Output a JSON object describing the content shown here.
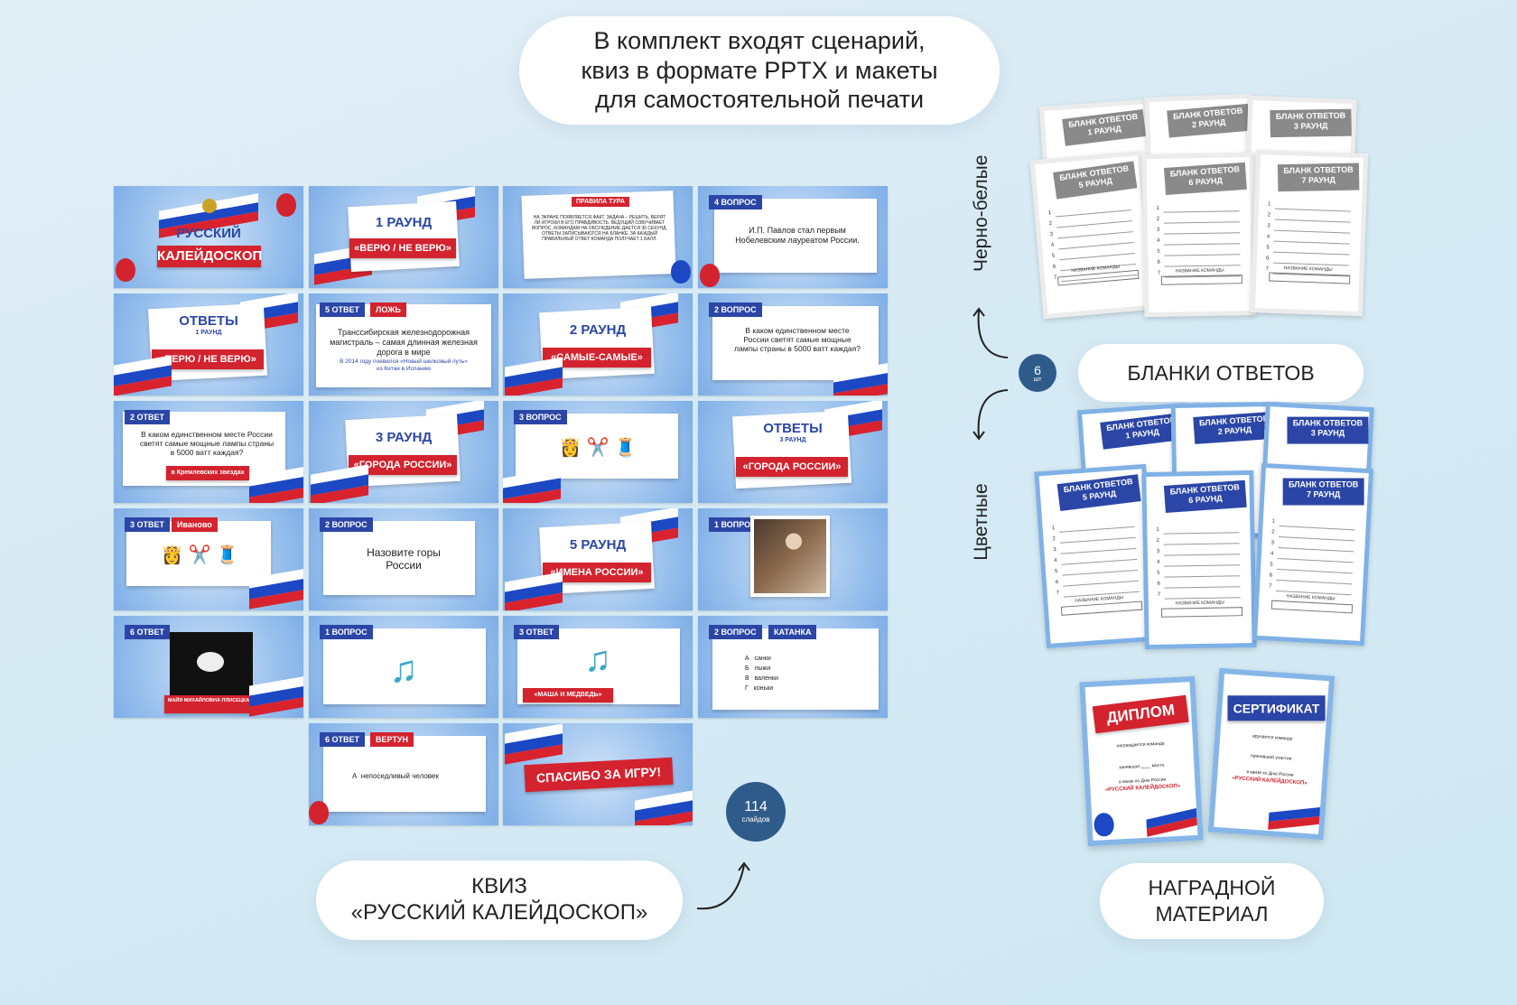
{
  "header_pill": {
    "line1": "В комплект входят сценарий,",
    "line2": "квиз в формате PPTX и макеты",
    "line3": "для самостоятельной печати"
  },
  "quiz_pill": {
    "line1": "КВИЗ",
    "line2": "«РУССКИЙ КАЛЕЙДОСКОП»"
  },
  "slides_badge": {
    "number": "114",
    "label": "слайдов"
  },
  "blanks_pill": {
    "label": "БЛАНКИ ОТВЕТОВ"
  },
  "blanks_badge": {
    "number": "6",
    "label": "шт"
  },
  "awards_pill": {
    "line1": "НАГРАДНОЙ",
    "line2": "МАТЕРИАЛ"
  },
  "side_labels": {
    "bw": "Черно-белые",
    "color": "Цветные"
  },
  "colors": {
    "red": "#d3232e",
    "blue": "#2b46a6",
    "badge": "#2f5b8a"
  },
  "slides": {
    "s1": {
      "title1": "РУССКИЙ",
      "title2": "КАЛЕЙДОСКОП"
    },
    "s2": {
      "title": "1 РАУНД",
      "ribbon": "«ВЕРЮ / НЕ ВЕРЮ»"
    },
    "s3": {
      "tag": "ПРАВИЛА ТУРА",
      "text": "НА ЭКРАНЕ ПОЯВЛЯЕТСЯ ФАКТ. ЗАДАЧА – РЕШИТЬ, ВЕРЯТ ЛИ ИГРОКИ В ЕГО ПРАВДИВОСТЬ. ВЕДУЩИЙ ОЗВУЧИВАЕТ ВОПРОС, КОМАНДАМ НА ОБСУЖДЕНИЕ ДАЕТСЯ 30 СЕКУНД. ОТВЕТЫ ЗАПИСЫВАЮТСЯ НА БЛАНКЕ. ЗА КАЖДЫЙ ПРАВИЛЬНЫЙ ОТВЕТ КОМАНДА ПОЛУЧАЕТ 1 БАЛЛ."
    },
    "s4": {
      "tag": "4 ВОПРОС",
      "text": "И.П. Павлов стал первым Нобелевским лауреатом России."
    },
    "s5": {
      "title": "ОТВЕТЫ",
      "sub": "1 РАУНД",
      "ribbon": "«ВЕРЮ / НЕ ВЕРЮ»"
    },
    "s6": {
      "tag": "5 ОТВЕТ",
      "tag2": "ЛОЖЬ",
      "text": "Транссибирская железнодорожная магистраль – самая длинная железная дорога в мире",
      "note": "В 2014 году появился «Новый шелковый путь» из Китая в Испанию"
    },
    "s7": {
      "title": "2 РАУНД",
      "ribbon": "«САМЫЕ-САМЫЕ»"
    },
    "s8": {
      "tag": "2 ВОПРОС",
      "text": "В каком единственном месте России светят самые мощные лампы страны в 5000 ватт каждая?"
    },
    "s9": {
      "tag": "2 ОТВЕТ",
      "text": "В каком единственном месте России светят самые мощные лампы страны в 5000 ватт каждая?",
      "ribbon": "в Кремлевских звездах"
    },
    "s10": {
      "title": "3 РАУНД",
      "ribbon": "«ГОРОДА РОССИИ»"
    },
    "s11": {
      "tag": "3 ВОПРОС",
      "emoji": "👸 ✂️ 🧵"
    },
    "s12": {
      "title": "ОТВЕТЫ",
      "sub": "3 РАУНД",
      "ribbon": "«ГОРОДА РОССИИ»"
    },
    "s13": {
      "tag": "3 ОТВЕТ",
      "tag2": "Иваново",
      "emoji": "👸 ✂️ 🧵"
    },
    "s14": {
      "tag": "2 ВОПРОС",
      "text": "Назовите горы России"
    },
    "s15": {
      "title": "5 РАУНД",
      "ribbon": "«ИМЕНА РОССИИ»"
    },
    "s16": {
      "tag": "1 ВОПРОС"
    },
    "s17": {
      "tag": "6 ОТВЕТ",
      "ribbon": "МАЙЯ МИХАЙЛОВНА ПЛИСЕЦКАЯ"
    },
    "s18": {
      "tag": "1 ВОПРОС"
    },
    "s19": {
      "tag": "3 ОТВЕТ",
      "ribbon": "«МАША И МЕДВЕДЬ»"
    },
    "s20": {
      "tag": "2 ВОПРОС",
      "tag2": "КАТАНКА",
      "options": [
        "А",
        "санки",
        "Б",
        "лыжи",
        "В",
        "валенки",
        "Г",
        "коньки"
      ]
    },
    "s21": {
      "tag": "6 ОТВЕТ",
      "tag2": "ВЕРТУН",
      "opt": "А",
      "text": "непоседливый человек"
    },
    "s22": {
      "ribbon": "СПАСИБО ЗА ИГРУ!"
    }
  },
  "forms": {
    "head": "БЛАНК ОТВЕТОВ",
    "rounds": [
      "1 РАУНД",
      "2 РАУНД",
      "3 РАУНД",
      "5 РАУНД",
      "6 РАУНД",
      "7 РАУНД"
    ],
    "team_label": "НАЗВАНИЕ КОМАНДЫ",
    "nums": [
      "1",
      "2",
      "3",
      "4",
      "5",
      "6",
      "7"
    ]
  },
  "awards": {
    "diploma": {
      "title": "ДИПЛОМ",
      "l1": "награждается команда",
      "l2": "занявшая ____ место",
      "l3": "в квизе ко Дню России",
      "name": "«РУССКИЙ КАЛЕЙДОСКОП»"
    },
    "cert": {
      "title": "СЕРТИФИКАТ",
      "l1": "вручается команде",
      "l2": "принявшей участие",
      "l3": "в квизе ко Дню России",
      "name": "«РУССКИЙ КАЛЕЙДОСКОП»"
    }
  }
}
